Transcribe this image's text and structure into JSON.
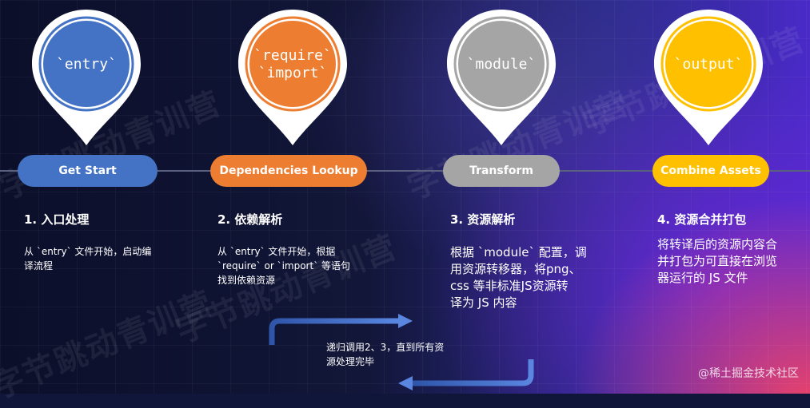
{
  "watermark": "字节跳动青训营",
  "pins": [
    {
      "label_lines": [
        "`entry`"
      ],
      "fill": "#4472c4",
      "ring": "#4472c4"
    },
    {
      "label_lines": [
        "`require`",
        "`import`"
      ],
      "fill": "#ed7d31",
      "ring": "#ed7d31"
    },
    {
      "label_lines": [
        "`module`"
      ],
      "fill": "#a5a5a5",
      "ring": "#a5a5a5"
    },
    {
      "label_lines": [
        "`output`"
      ],
      "fill": "#ffc000",
      "ring": "#ffc000"
    }
  ],
  "pills": [
    {
      "label": "Get Start",
      "color": "#4472c4"
    },
    {
      "label": "Dependencies Lookup",
      "color": "#ed7d31"
    },
    {
      "label": "Transform",
      "color": "#a5a5a5"
    },
    {
      "label": "Combine Assets",
      "color": "#ffc000"
    }
  ],
  "steps": [
    {
      "title": "1. 入口处理",
      "desc_lines": [
        "从 `entry` 文件开始，启动编",
        "译流程"
      ]
    },
    {
      "title": "2. 依赖解析",
      "desc_lines": [
        "从 `entry` 文件开始，根据",
        "`require` or `import` 等语句",
        "找到依赖资源"
      ]
    },
    {
      "title": "3. 资源解析",
      "desc_lines": [
        "根据 `module` 配置，调",
        "用资源转移器，将png、",
        "css  等非标准JS资源转",
        "译为 JS  内容"
      ]
    },
    {
      "title": "4. 资源合并打包",
      "desc_lines": [
        "将转译后的资源内容合",
        "并打包为可直接在浏览",
        "器运行的 JS  文件"
      ]
    }
  ],
  "loop": {
    "text_lines": [
      "递归调用2、3，直到所有资",
      "源处理完毕"
    ],
    "arrow_color": "#4472c4"
  },
  "credit": "@稀土掘金技术社区"
}
